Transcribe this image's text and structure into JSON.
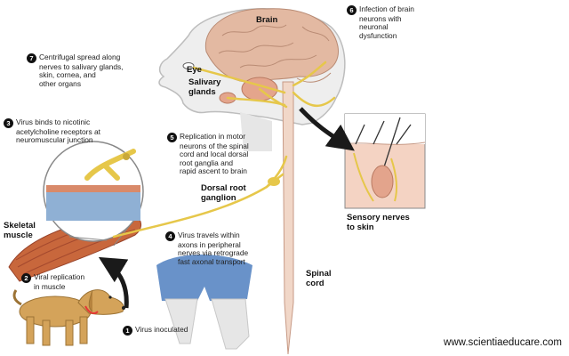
{
  "steps": [
    {
      "number": "1",
      "lines": [
        "Virus inoculated"
      ]
    },
    {
      "number": "2",
      "lines": [
        "Viral replication",
        "in muscle"
      ]
    },
    {
      "number": "3",
      "lines": [
        "Virus binds to nicotinic",
        "acetylcholine receptors at",
        "neuromuscular junction"
      ]
    },
    {
      "number": "4",
      "lines": [
        "Virus travels within",
        "axons in peripheral",
        "nerves via retrograde",
        "fast axonal transport"
      ]
    },
    {
      "number": "5",
      "lines": [
        "Replication in motor",
        "neurons of the spinal",
        "cord and local dorsal",
        "root ganglia and",
        "rapid ascent to brain"
      ]
    },
    {
      "number": "6",
      "lines": [
        "Infection of brain",
        "neurons with",
        "neuronal",
        "dysfunction"
      ]
    },
    {
      "number": "7",
      "lines": [
        "Centrifugal spread along",
        "nerves to salivary glands,",
        "skin, cornea, and",
        "other organs"
      ]
    }
  ],
  "labels": {
    "brain": "Brain",
    "eye": "Eye",
    "salivary": [
      "Salivary",
      "glands"
    ],
    "dorsal": [
      "Dorsal root",
      "ganglion"
    ],
    "skeletal": [
      "Skeletal",
      "muscle"
    ],
    "spinal": [
      "Spinal",
      "cord"
    ],
    "sensory": [
      "Sensory nerves",
      "to skin"
    ]
  },
  "watermark": "www.scientiaeducare.com",
  "colors": {
    "nerve": "#e6c74a",
    "muscle": "#c8673c",
    "skin": "#e9c1ad",
    "brain": "#e3b9a2",
    "cord": "#f1d7c8",
    "dog": "#d4a35a",
    "shorts": "#4f7fc0",
    "arrow": "#1a1a1a"
  }
}
